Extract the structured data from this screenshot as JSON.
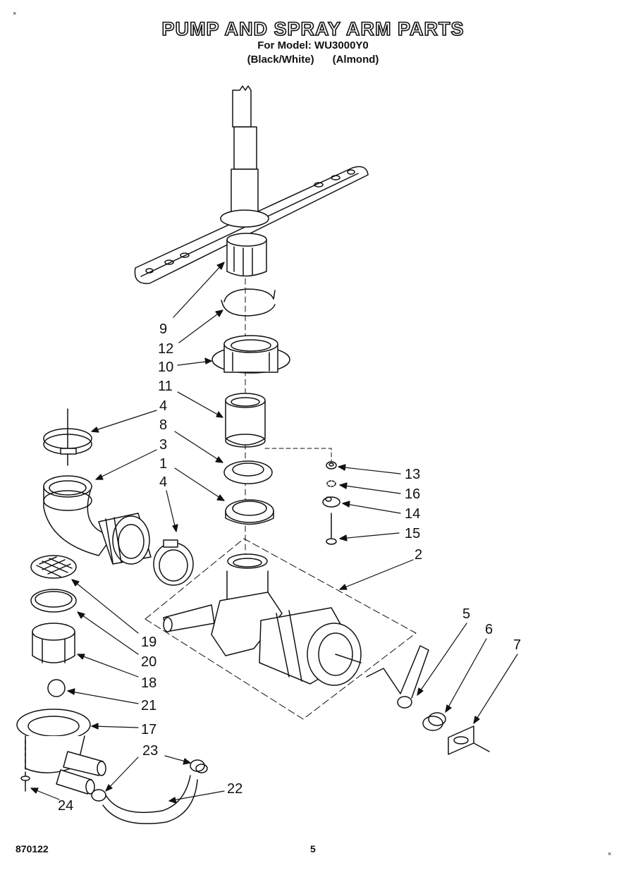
{
  "header": {
    "title": "PUMP AND SPRAY ARM PARTS",
    "model_line": "For Model: WU3000Y0",
    "color_black_white": "(Black/White)",
    "color_almond": "(Almond)"
  },
  "corner_marks": {
    "top_left": "×",
    "bottom_right": "×"
  },
  "footer": {
    "code": "870122",
    "page_number": "5"
  },
  "callouts": {
    "c9": "9",
    "c12": "12",
    "c10": "10",
    "c11": "11",
    "c4a": "4",
    "c8": "8",
    "c3": "3",
    "c1": "1",
    "c4b": "4",
    "c13": "13",
    "c16": "16",
    "c14": "14",
    "c15": "15",
    "c2": "2",
    "c5": "5",
    "c6": "6",
    "c7": "7",
    "c19": "19",
    "c20": "20",
    "c18": "18",
    "c21": "21",
    "c17": "17",
    "c23": "23",
    "c22": "22",
    "c24": "24"
  }
}
